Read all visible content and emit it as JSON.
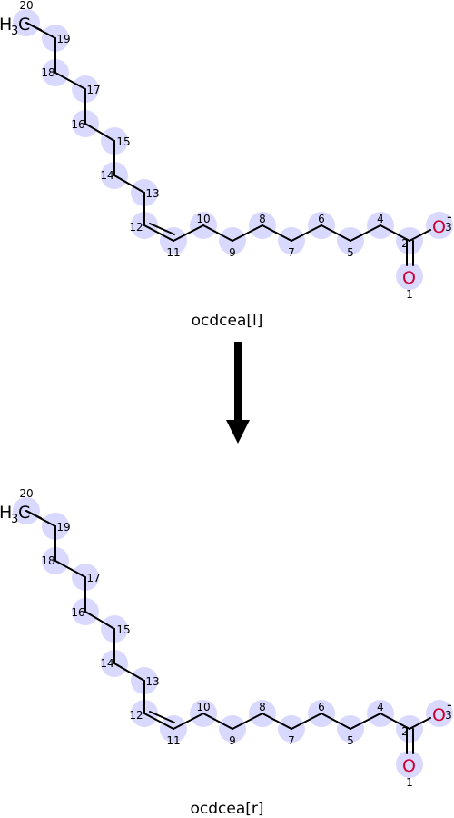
{
  "diagram": {
    "captions": [
      "ocdcea[l]",
      "ocdcea[r]"
    ],
    "methyl_label": {
      "main": "H",
      "sub": "3",
      "tail": "C"
    },
    "oxygen_symbol": "O",
    "charge_symbol": "-",
    "atom_numbers": [
      "1",
      "2",
      "3",
      "4",
      "5",
      "6",
      "7",
      "8",
      "9",
      "10",
      "11",
      "12",
      "13",
      "14",
      "15",
      "16",
      "17",
      "18",
      "19",
      "20"
    ],
    "arrow_direction": "down"
  }
}
